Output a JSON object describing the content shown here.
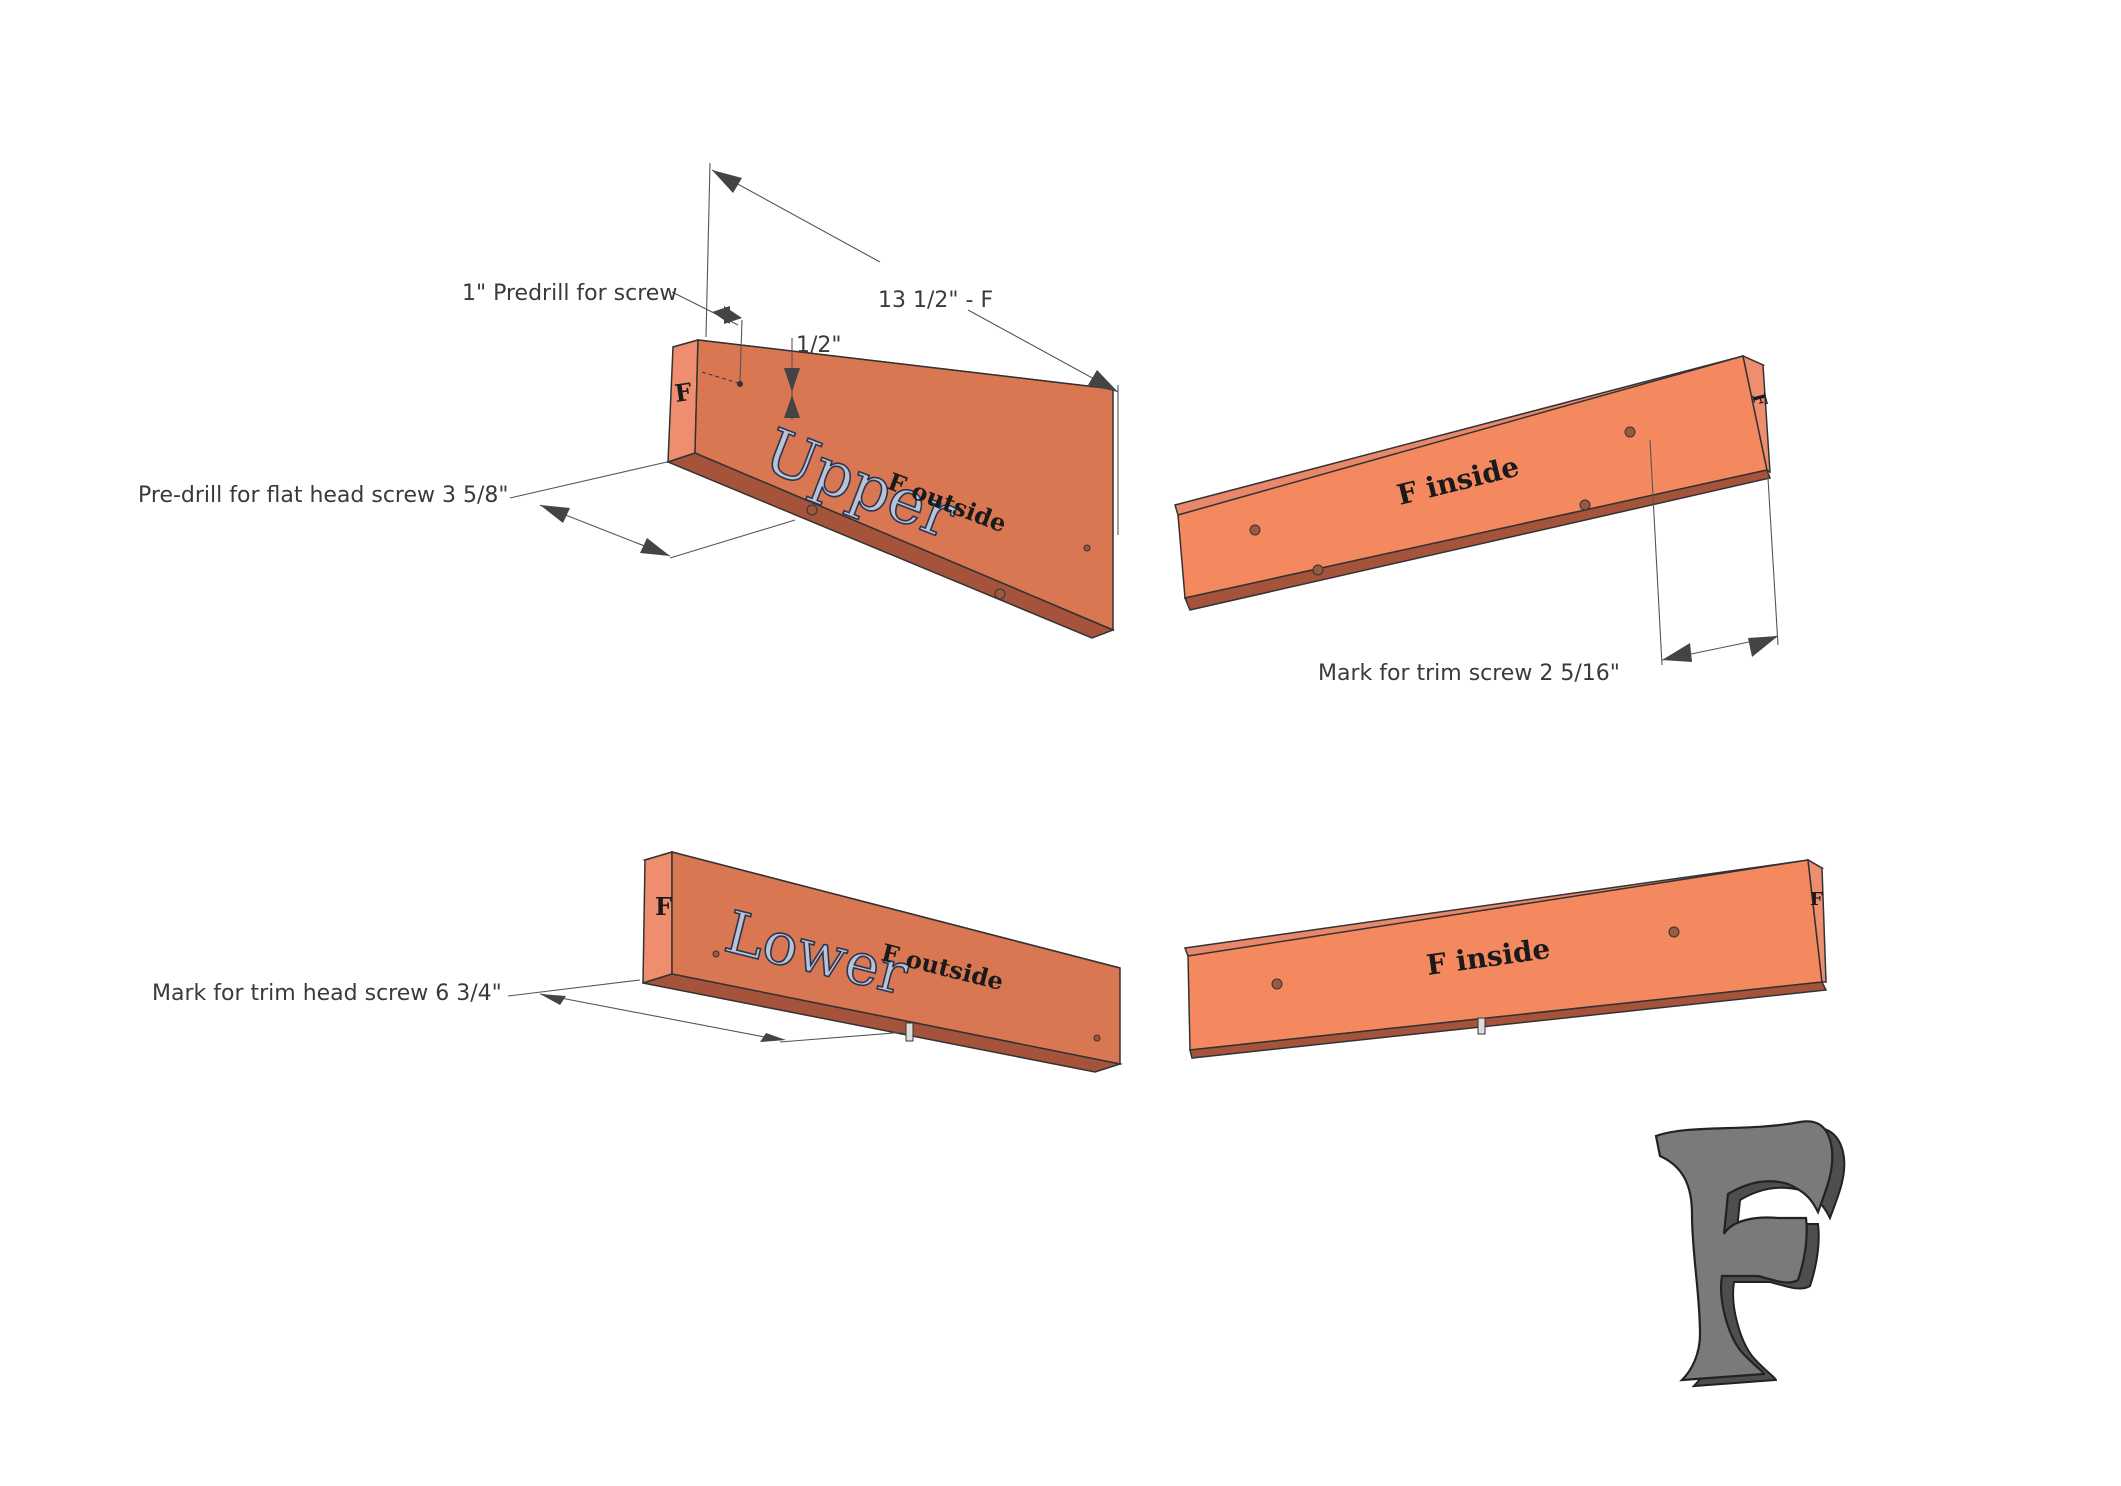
{
  "annotations": {
    "predrill_screw": "1\" Predrill for screw",
    "overall_length": "13 1/2\" - F",
    "half_inch": "1/2\"",
    "flat_head": "Pre-drill for flat head screw 3 5/8\"",
    "trim_screw": "Mark for trim screw 2 5/16\"",
    "trim_head": "Mark for trim head screw 6 3/4\""
  },
  "boards": {
    "upper_left": {
      "big": "Upper",
      "side": "F outside",
      "end": "F"
    },
    "upper_right": {
      "side": "F inside",
      "end": "F"
    },
    "lower_left": {
      "big": "Lower",
      "side": "F outside",
      "end": "F"
    },
    "lower_right": {
      "side": "F inside",
      "end": "F"
    }
  },
  "icon": {
    "letter": "F",
    "name": "letter-f-3d-icon"
  },
  "colors": {
    "outside_face": "#d97752",
    "inside_face": "#f4895f",
    "top_face": "#e9876a",
    "bottom_face": "#a5533a",
    "end_face": "#ee8e6e",
    "icon_fill": "#7a7a7a"
  }
}
